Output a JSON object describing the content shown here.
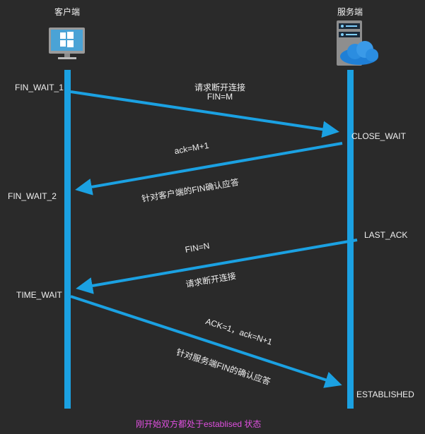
{
  "nodes": {
    "client": {
      "title": "客户端",
      "icon": "windows-monitor-icon"
    },
    "server": {
      "title": "服务端",
      "icon": "server-cloud-icon"
    }
  },
  "states": {
    "fin_wait_1": "FIN_WAIT_1",
    "fin_wait_2": "FIN_WAIT_2",
    "time_wait": "TIME_WAIT",
    "close_wait": "CLOSE_WAIT",
    "last_ack": "LAST_ACK",
    "established": "ESTABLISHED"
  },
  "messages": {
    "m1": {
      "line1": "请求断开连接",
      "line2": "FIN=M"
    },
    "m2": {
      "top": "ack=M+1",
      "bottom": "针对客户端的FIN确认应答"
    },
    "m3": {
      "top": "FIN=N",
      "bottom": "请求断开连接"
    },
    "m4": {
      "top": "ACK=1，ack=N+1",
      "bottom": "针对服务端FIN的确认应答"
    }
  },
  "footnote": "刚开始双方都处于establised 状态",
  "colors": {
    "lifeline": "#1ba1e2",
    "background": "#2a2a2a",
    "footnote": "#e050e0",
    "text": "#f0f0f0"
  }
}
